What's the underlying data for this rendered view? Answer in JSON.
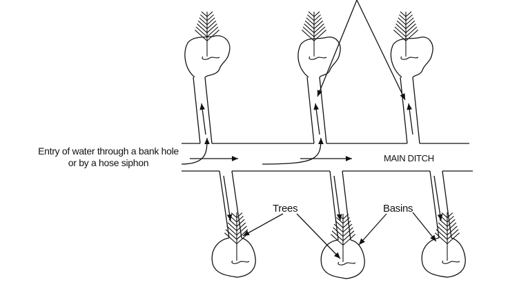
{
  "labels": {
    "entry_line1": "Entry of water through a bank hole",
    "entry_line2": "or by a hose siphon",
    "main_ditch": "MAIN DITCH",
    "trees": "Trees",
    "basins": "Basins"
  },
  "colors": {
    "line": "#111111",
    "background": "#ffffff"
  }
}
